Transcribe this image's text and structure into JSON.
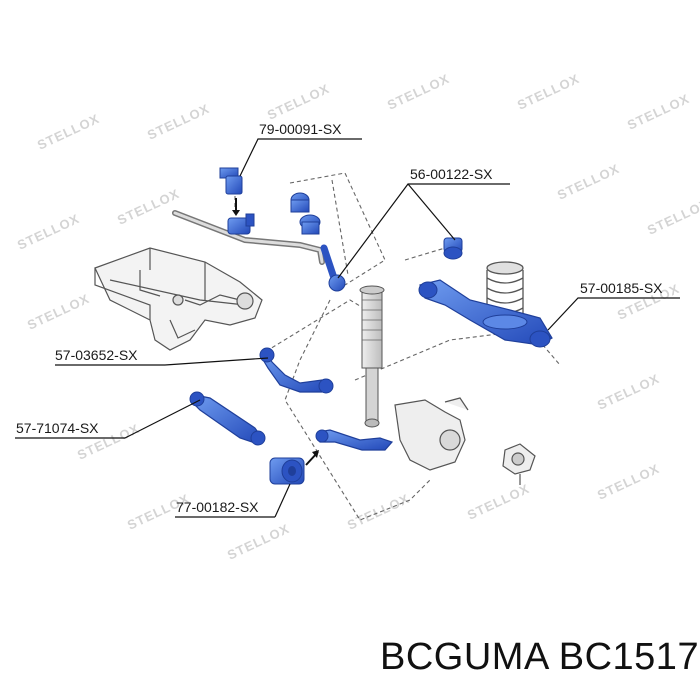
{
  "watermark": "STELLOX",
  "colors": {
    "part_fill": "#3d6fd6",
    "part_dark": "#1f3f9a",
    "line": "#222222",
    "drawing": "#555555",
    "dash": "#666666"
  },
  "labels": {
    "stabilizer_bushing": "79-00091-SX",
    "stabilizer_link": "56-00122-SX",
    "lower_arm": "57-00185-SX",
    "upper_arm": "57-03652-SX",
    "trailing_arm": "57-71074-SX",
    "arm_bushing": "77-00182-SX"
  },
  "caption": "BCGUMA BC1517"
}
